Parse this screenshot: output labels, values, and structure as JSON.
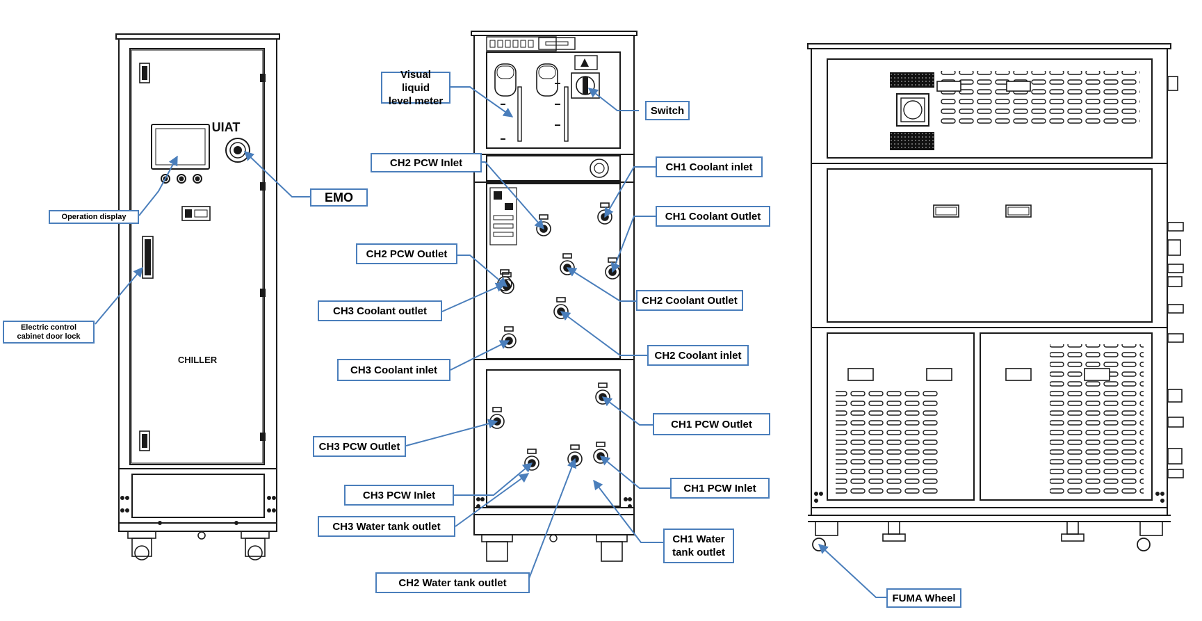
{
  "colors": {
    "line": "#1a1a1a",
    "callout_border": "#4a7ebb",
    "leader": "#4a7ebb"
  },
  "front": {
    "brand": "UIAT",
    "model_label": "CHILLER"
  },
  "callouts": {
    "operation_display": "Operation display",
    "emo": "EMO",
    "door_lock_line1": "Electric control",
    "door_lock_line2": "cabinet door lock",
    "level_meter_line1": "Visual liquid",
    "level_meter_line2": "level meter",
    "switch": "Switch",
    "ch2_pcw_inlet": "CH2 PCW Inlet",
    "ch1_coolant_inlet": "CH1 Coolant inlet",
    "ch1_coolant_outlet": "CH1 Coolant Outlet",
    "ch2_pcw_outlet": "CH2 PCW Outlet",
    "ch2_coolant_outlet": "CH2 Coolant Outlet",
    "ch3_coolant_outlet": "CH3 Coolant outlet",
    "ch2_coolant_inlet": "CH2 Coolant inlet",
    "ch3_coolant_inlet": "CH3 Coolant inlet",
    "ch1_pcw_outlet": "CH1 PCW Outlet",
    "ch3_pcw_outlet": "CH3 PCW Outlet",
    "ch1_pcw_inlet": "CH1 PCW Inlet",
    "ch3_pcw_inlet": "CH3 PCW Inlet",
    "ch3_water_tank_outlet": "CH3 Water tank outlet",
    "ch1_water_tank_outlet_line1": "CH1 Water",
    "ch1_water_tank_outlet_line2": "tank outlet",
    "ch2_water_tank_outlet": "CH2 Water tank outlet",
    "fuma_wheel": "FUMA Wheel"
  }
}
